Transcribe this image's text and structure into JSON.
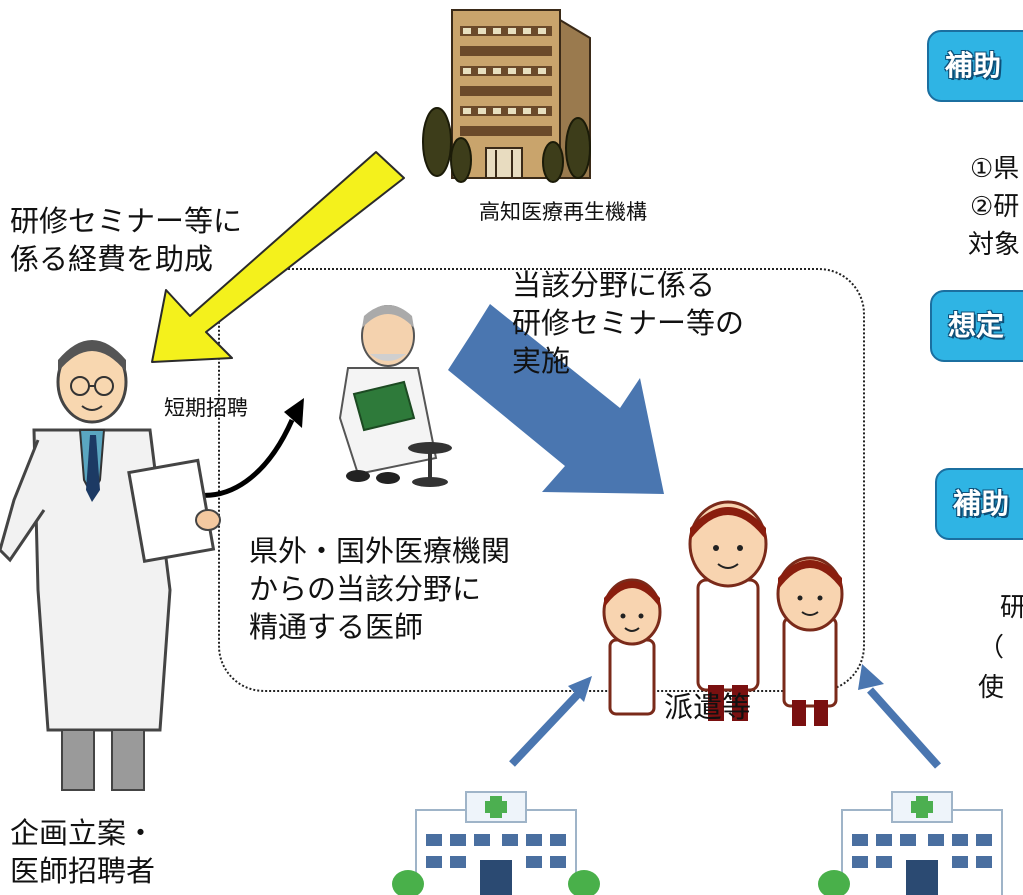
{
  "labels": {
    "organization": "高知医療再生機構",
    "grant_caption": [
      "研修セミナー等に",
      "係る経費を助成"
    ],
    "short_invite": "短期招聘",
    "seminar": [
      "当該分野に係る",
      "研修セミナー等の",
      "実施"
    ],
    "specialist": [
      "県外・国外医療機関",
      "からの当該分野に",
      "精通する医師"
    ],
    "dispatch": "派遣等",
    "planner": [
      "企画立案・",
      "医師招聘者"
    ]
  },
  "sidebar": {
    "tab1": "補助",
    "lines1": [
      "①県",
      "②研",
      "対象"
    ],
    "tab2": "想定",
    "tab3": "補助",
    "lines3": [
      "研",
      "（",
      "使"
    ]
  },
  "colors": {
    "yellow_arrow": "#f4f11c",
    "blue_arrow": "#4a76b0",
    "tab_fill": "#2fb4e4"
  }
}
